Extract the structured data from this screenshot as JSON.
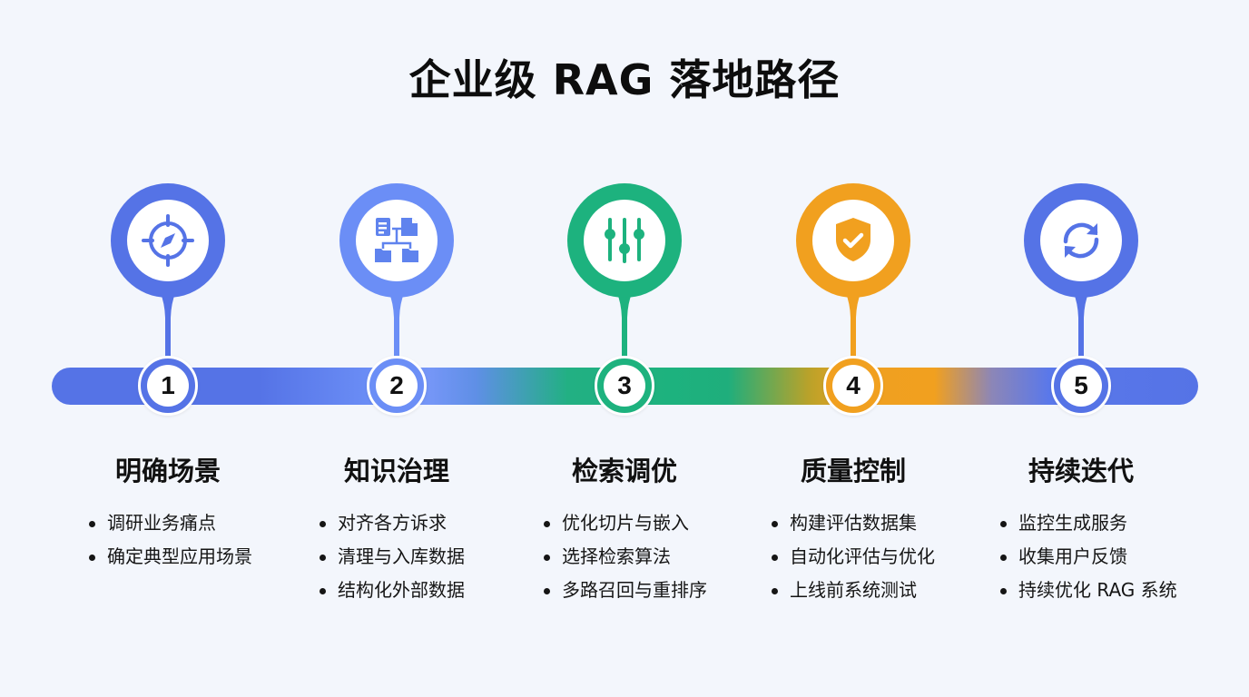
{
  "title": "企业级 RAG 落地路径",
  "colors": {
    "background": "#f3f6fc",
    "blue": "#5573e6",
    "light_blue": "#6b8ef6",
    "green": "#1db27e",
    "orange": "#f1a01f"
  },
  "steps": [
    {
      "number": "1",
      "icon": "compass-target-icon",
      "color": "#5573e6",
      "heading": "明确场景",
      "bullets": [
        "调研业务痛点",
        "确定典型应用场景"
      ]
    },
    {
      "number": "2",
      "icon": "document-folder-hierarchy-icon",
      "color": "#6b8ef6",
      "heading": "知识治理",
      "bullets": [
        "对齐各方诉求",
        "清理与入库数据",
        "结构化外部数据"
      ]
    },
    {
      "number": "3",
      "icon": "sliders-icon",
      "color": "#1db27e",
      "heading": "检索调优",
      "bullets": [
        "优化切片与嵌入",
        "选择检索算法",
        "多路召回与重排序"
      ]
    },
    {
      "number": "4",
      "icon": "shield-check-icon",
      "color": "#f1a01f",
      "heading": "质量控制",
      "bullets": [
        "构建评估数据集",
        "自动化评估与优化",
        "上线前系统测试"
      ]
    },
    {
      "number": "5",
      "icon": "refresh-cycle-icon",
      "color": "#5573e6",
      "heading": "持续迭代",
      "bullets": [
        "监控生成服务",
        "收集用户反馈",
        "持续优化 RAG 系统"
      ]
    }
  ]
}
